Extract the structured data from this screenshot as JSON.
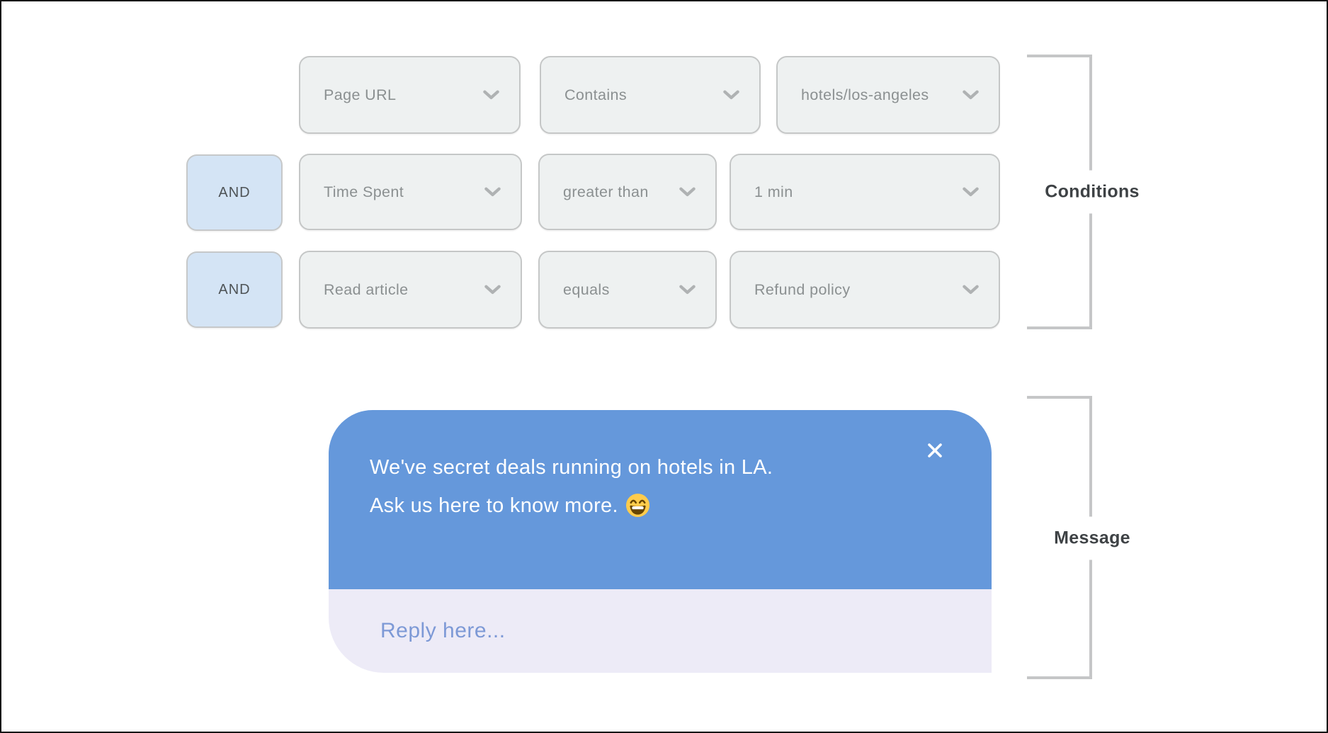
{
  "conditions": {
    "label": "Conditions",
    "connector": "AND",
    "rows": [
      {
        "field": "Page URL",
        "operator": "Contains",
        "value": "hotels/los-angeles"
      },
      {
        "field": "Time Spent",
        "operator": "greater than",
        "value": "1 min"
      },
      {
        "field": "Read article",
        "operator": "equals",
        "value": "Refund policy"
      }
    ]
  },
  "message": {
    "label": "Message",
    "text_line1": "We've secret deals running on hotels in LA.",
    "text_line2": "Ask us here to know more.",
    "emoji": "😄",
    "reply_placeholder": "Reply here..."
  },
  "icons": {
    "chevron_down": "⌄",
    "close": "✕"
  },
  "colors": {
    "bubble_blue": "#6598DB",
    "reply_lavender": "#EDEBF7",
    "reply_text": "#7D99D6",
    "dropdown_bg": "#EEF1F1",
    "dropdown_border": "#C5C7C7",
    "dropdown_text": "#8B9091",
    "and_chip_bg": "#D4E4F5",
    "bracket_gray": "#C5C6C7",
    "label_text": "#3E4245"
  }
}
